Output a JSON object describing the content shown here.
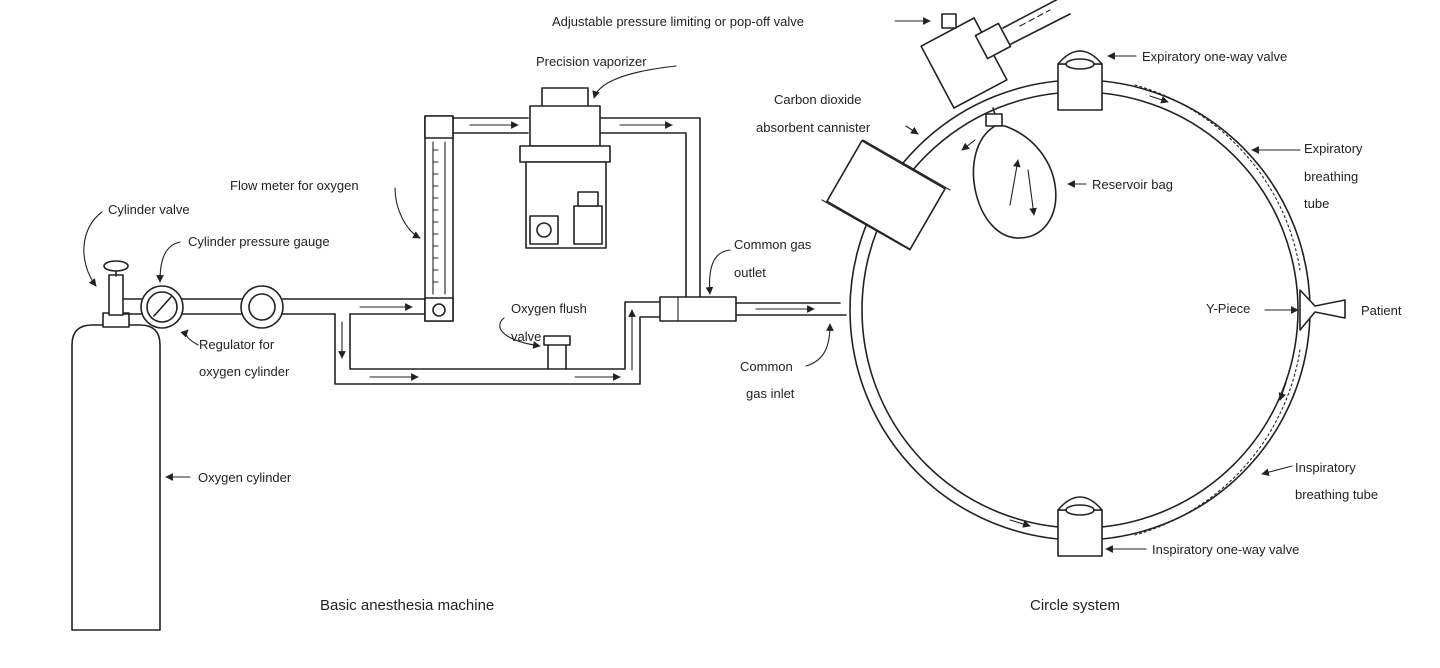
{
  "colors": {
    "line": "#222222",
    "background": "#ffffff"
  },
  "labels": {
    "apl_valve": "Adjustable pressure limiting or pop-off valve",
    "precision_vaporizer": "Precision vaporizer",
    "expiratory_valve": "Expiratory one-way valve",
    "co2_line1": "Carbon dioxide",
    "co2_line2": "absorbent cannister",
    "flow_meter": "Flow meter for oxygen",
    "cylinder_valve": "Cylinder valve",
    "pressure_gauge": "Cylinder pressure gauge",
    "exp_tube_line1": "Expiratory",
    "exp_tube_line2": "breathing",
    "exp_tube_line3": "tube",
    "reservoir_bag": "Reservoir bag",
    "cgo_line1": "Common gas",
    "cgo_line2": "outlet",
    "flush_line1": "Oxygen flush",
    "flush_line2": "valve",
    "y_piece": "Y-Piece",
    "patient": "Patient",
    "regulator_line1": "Regulator for",
    "regulator_line2": "oxygen cylinder",
    "cgi_line1": "Common",
    "cgi_line2": "gas inlet",
    "oxygen_cylinder": "Oxygen cylinder",
    "insp_tube_line1": "Inspiratory",
    "insp_tube_line2": "breathing tube",
    "insp_valve": "Inspiratory one-way valve"
  },
  "captions": {
    "machine": "Basic anesthesia machine",
    "circle": "Circle system"
  }
}
